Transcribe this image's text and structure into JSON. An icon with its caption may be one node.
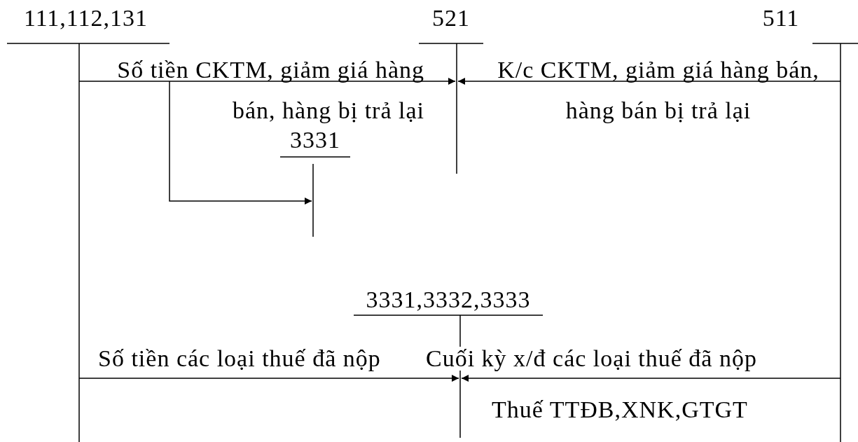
{
  "diagram": {
    "nodes": [
      {
        "text": [
          "111,112,131"
        ]
      },
      {
        "text": [
          "521"
        ]
      },
      {
        "text": [
          "511"
        ]
      },
      {
        "text": [
          "3331"
        ]
      },
      {
        "text": [
          "3331,3332,3333"
        ]
      }
    ],
    "edges": [
      {
        "from": 0,
        "to": 1,
        "arrow": "to",
        "label": "Số tiền CKTM, giảm giá hàng bán, hàng bị trả lại"
      },
      {
        "from": 2,
        "to": 1,
        "arrow": "to",
        "label": "K/c CKTM, giảm giá hàng bán, hàng bán bị trả lại"
      },
      {
        "from": 0,
        "to": 3,
        "arrow": "to"
      },
      {
        "from": 0,
        "to": 4,
        "arrow": "to",
        "label": "Số tiền các loại thuế đã nộp"
      },
      {
        "from": 2,
        "to": 4,
        "arrow": "to",
        "label": "Cuối kỳ x/đ các loại thuế đã nộp"
      }
    ],
    "labels": [
      "Thuế TTĐB,XNK,GTGT"
    ]
  }
}
